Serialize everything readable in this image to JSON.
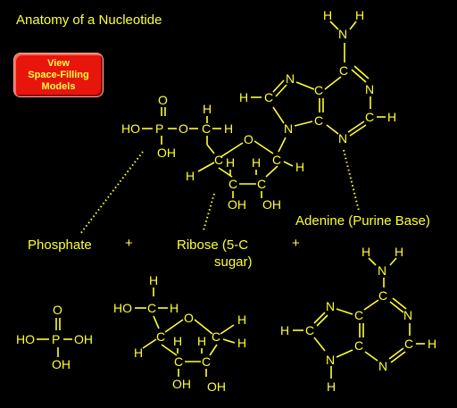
{
  "title": "Anatomy of a Nucleotide",
  "button": {
    "line1": "View",
    "line2": "Space-Filling",
    "line3": "Models"
  },
  "labels": {
    "adenine": "Adenine (Purine Base)",
    "phosphate": "Phosphate",
    "plus1": "+",
    "ribose_line1": "Ribose (5-C",
    "ribose_line2": "sugar)",
    "plus2": "+"
  },
  "atoms": {
    "H": "H",
    "C": "C",
    "N": "N",
    "O": "O",
    "P": "P",
    "HO": "HO",
    "OH": "OH"
  },
  "colors": {
    "background": "#000000",
    "text": "#ffff33",
    "button": "#e8150c"
  }
}
